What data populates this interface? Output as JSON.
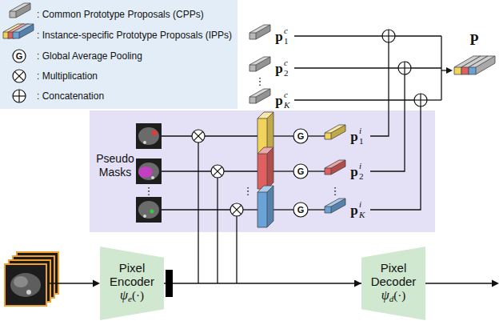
{
  "diagram": {
    "nodes": [
      {
        "text": [
          "Pixel Encoder",
          "ψ",
          "e",
          "(·)"
        ]
      },
      {
        "text": [
          "Pixel Decoder",
          "ψ",
          "d",
          "(·)"
        ]
      },
      {
        "text": [
          "Pseudo Masks"
        ]
      },
      {
        "text": [
          "P"
        ]
      }
    ],
    "edges": [
      {
        "from": 0,
        "to": 1,
        "arrow": "to"
      }
    ],
    "labels": [
      "G",
      "p",
      "1",
      "c",
      "p",
      "2",
      "c",
      "⋮",
      "p",
      "K",
      "c",
      "⋮",
      "⋮",
      "G",
      "G",
      "G",
      "p",
      "1",
      "i",
      "p",
      "2",
      "i",
      "⋮",
      "p",
      "K",
      "i"
    ],
    "legend": [
      {
        "text": ": Common Prototype Proposals (CPPs)"
      },
      {
        "text": ": Instance-specific Prototype Proposals (IPPs)"
      },
      {
        "text": ": Global Average Pooling"
      },
      {
        "text": ": Multiplication"
      },
      {
        "text": ": Concatenation"
      }
    ]
  }
}
